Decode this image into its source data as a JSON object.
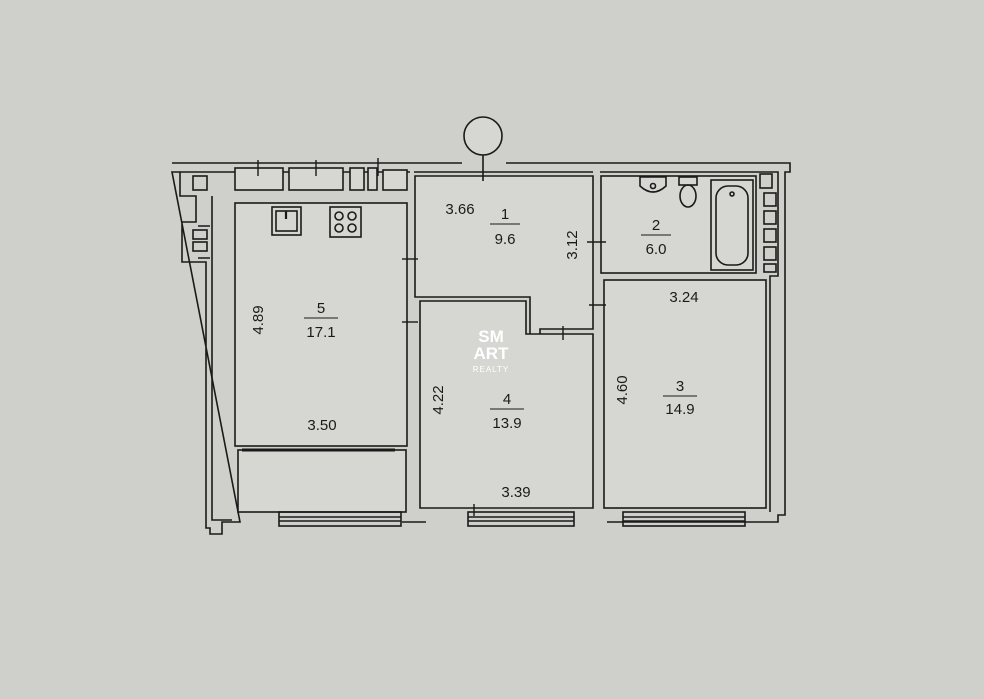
{
  "rooms": [
    {
      "id": "1",
      "number": "1",
      "area": "9.6"
    },
    {
      "id": "2",
      "number": "2",
      "area": "6.0"
    },
    {
      "id": "3",
      "number": "3",
      "area": "14.9"
    },
    {
      "id": "4",
      "number": "4",
      "area": "13.9"
    },
    {
      "id": "5",
      "number": "5",
      "area": "17.1"
    }
  ],
  "dimensions": {
    "room1_width": "3.66",
    "room1_depth": "3.12",
    "room3_width": "3.24",
    "room3_depth": "4.60",
    "room4_depth": "4.22",
    "room4_width": "3.39",
    "room5_depth": "4.89",
    "room5_width": "3.50"
  },
  "watermark": {
    "line1": "SM",
    "line2": "ART",
    "line3": "REALTY"
  },
  "colors": {
    "paper": "#cfd0cb",
    "wall": "#1a1a1a",
    "room_fill": "#d6d7d2",
    "watermark": "#ffffff"
  },
  "icons": [
    "north-compass-icon",
    "sink-icon",
    "stove-icon",
    "toilet-icon",
    "washbasin-icon",
    "bathtub-icon"
  ]
}
